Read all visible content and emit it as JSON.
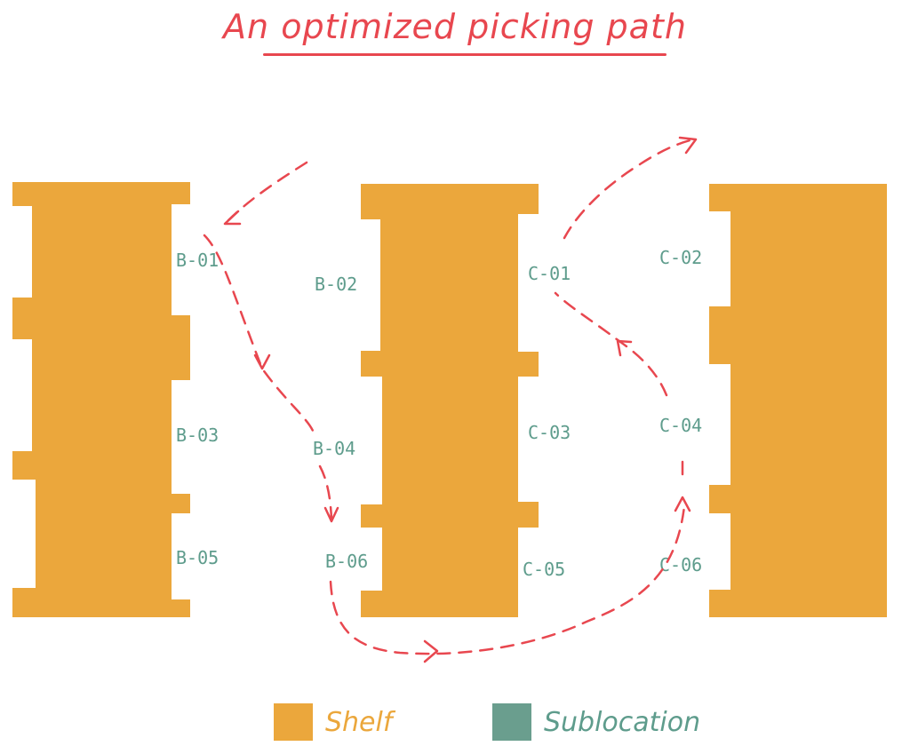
{
  "title": "An optimized picking path",
  "colors": {
    "shelf": "#eba73c",
    "sublocation": "#6a9e8e",
    "label": "#5e9c8c",
    "path": "#e8474f"
  },
  "sublocations": {
    "b01": "B-01",
    "b02": "B-02",
    "b03": "B-03",
    "b04": "B-04",
    "b05": "B-05",
    "b06": "B-06",
    "c01": "C-01",
    "c02": "C-02",
    "c03": "C-03",
    "c04": "C-04",
    "c05": "C-05",
    "c06": "C-06"
  },
  "legend": {
    "shelf": "Shelf",
    "sublocation": "Sublocation"
  }
}
